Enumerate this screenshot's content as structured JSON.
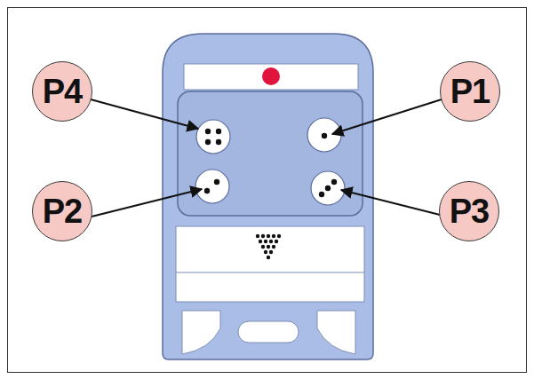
{
  "diagram": {
    "nodes": [
      {
        "text": [
          "P4"
        ]
      },
      {
        "text": [
          "P1"
        ]
      },
      {
        "text": [
          "P2"
        ]
      },
      {
        "text": [
          "P3"
        ]
      }
    ]
  }
}
